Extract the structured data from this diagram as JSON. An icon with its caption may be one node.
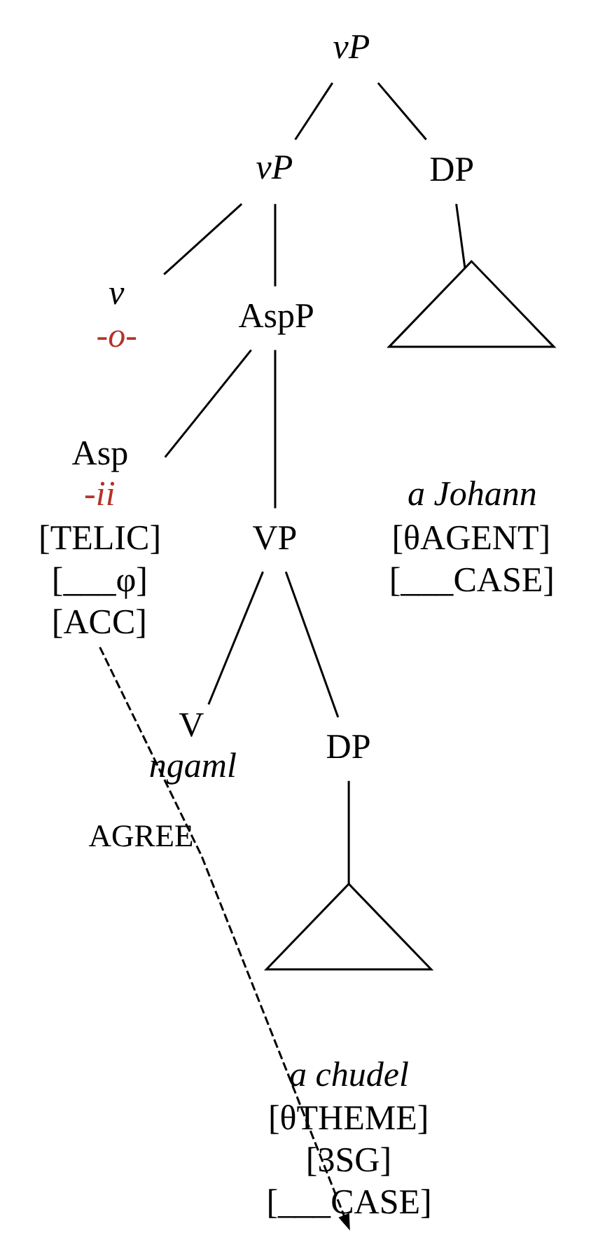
{
  "diagram": {
    "nodes": [
      {
        "text": [
          "vP"
        ]
      },
      {
        "text": [
          "vP"
        ]
      },
      {
        "text": [
          "DP"
        ]
      },
      {
        "text": [],
        "shape": "triangle"
      },
      {
        "text": [
          "a Johann",
          "[θAGENT]",
          "[___CASE]"
        ]
      },
      {
        "text": [
          "v",
          "-o-"
        ]
      },
      {
        "text": [
          "AspP"
        ]
      },
      {
        "text": [
          "Asp",
          "-ii",
          "[TELIC]",
          "[___φ]",
          "[ACC]"
        ]
      },
      {
        "text": [
          "VP"
        ]
      },
      {
        "text": [
          "V",
          "ngaml"
        ]
      },
      {
        "text": [
          "DP"
        ]
      },
      {
        "text": [],
        "shape": "triangle"
      },
      {
        "text": [
          "a chudel",
          "[θTHEME]",
          "[3SG]",
          "[___CASE]"
        ]
      }
    ],
    "edges": [
      {
        "from": 0,
        "to": 1,
        "arrow": "none"
      },
      {
        "from": 0,
        "to": 2,
        "arrow": "none"
      },
      {
        "from": 2,
        "to": 3,
        "arrow": "none"
      },
      {
        "from": 1,
        "to": 5,
        "arrow": "none"
      },
      {
        "from": 1,
        "to": 6,
        "arrow": "none"
      },
      {
        "from": 6,
        "to": 7,
        "arrow": "none"
      },
      {
        "from": 6,
        "to": 8,
        "arrow": "none"
      },
      {
        "from": 8,
        "to": 9,
        "arrow": "none"
      },
      {
        "from": 8,
        "to": 10,
        "arrow": "none"
      },
      {
        "from": 10,
        "to": 11,
        "arrow": "none"
      },
      {
        "from": 7,
        "to": 12,
        "arrow": "to",
        "style": "dashed",
        "label": "AGREE"
      }
    ]
  }
}
